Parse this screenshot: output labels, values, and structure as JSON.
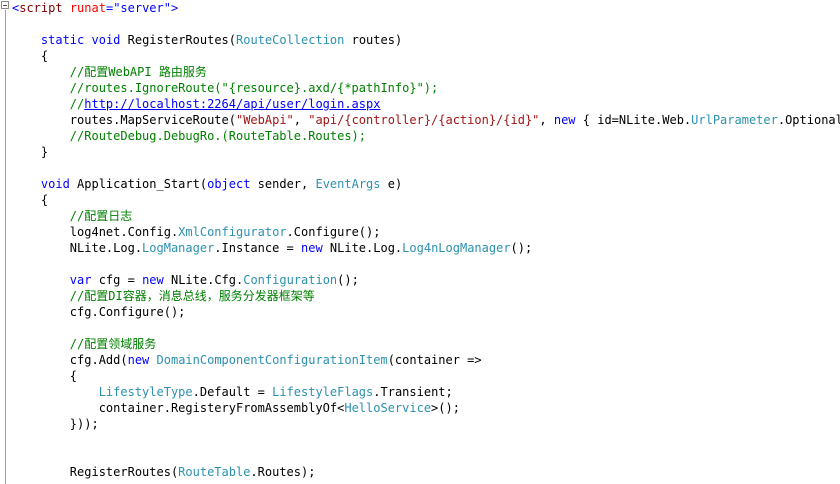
{
  "editor": {
    "lines": [
      [
        {
          "t": "<",
          "c": "punc"
        },
        {
          "t": "script",
          "c": "tag"
        },
        {
          "t": " "
        },
        {
          "t": "runat",
          "c": "attr"
        },
        {
          "t": "=",
          "c": "punc"
        },
        {
          "t": "\"server\"",
          "c": "aval"
        },
        {
          "t": ">",
          "c": "punc"
        }
      ],
      [],
      [
        {
          "t": "    "
        },
        {
          "t": "static",
          "c": "kw"
        },
        {
          "t": " "
        },
        {
          "t": "void",
          "c": "kw"
        },
        {
          "t": " RegisterRoutes("
        },
        {
          "t": "RouteCollection",
          "c": "ty"
        },
        {
          "t": " routes)"
        }
      ],
      [
        {
          "t": "    {"
        }
      ],
      [
        {
          "t": "        "
        },
        {
          "t": "//配置WebAPI 路由服务",
          "c": "cm"
        }
      ],
      [
        {
          "t": "        "
        },
        {
          "t": "//routes.IgnoreRoute(\"{resource}.axd/{*pathInfo}\");",
          "c": "cm"
        }
      ],
      [
        {
          "t": "        "
        },
        {
          "t": "//",
          "c": "cm"
        },
        {
          "t": "http://localhost:2264/api/user/login.aspx",
          "c": "link"
        }
      ],
      [
        {
          "t": "        routes.MapServiceRoute("
        },
        {
          "t": "\"WebApi\"",
          "c": "str"
        },
        {
          "t": ", "
        },
        {
          "t": "\"api/{controller}/{action}/{id}\"",
          "c": "str"
        },
        {
          "t": ", "
        },
        {
          "t": "new",
          "c": "kw"
        },
        {
          "t": " { id=NLite.Web."
        },
        {
          "t": "UrlParameter",
          "c": "ty"
        },
        {
          "t": ".Optional});"
        }
      ],
      [
        {
          "t": "        "
        },
        {
          "t": "//RouteDebug.DebugRo.(RouteTable.Routes);",
          "c": "cm"
        }
      ],
      [
        {
          "t": "    }"
        }
      ],
      [],
      [
        {
          "t": "    "
        },
        {
          "t": "void",
          "c": "kw"
        },
        {
          "t": " Application_Start("
        },
        {
          "t": "object",
          "c": "kw"
        },
        {
          "t": " sender, "
        },
        {
          "t": "EventArgs",
          "c": "ty"
        },
        {
          "t": " e)"
        }
      ],
      [
        {
          "t": "    {"
        }
      ],
      [
        {
          "t": "        "
        },
        {
          "t": "//配置日志",
          "c": "cm"
        }
      ],
      [
        {
          "t": "        log4net.Config."
        },
        {
          "t": "XmlConfigurator",
          "c": "ty"
        },
        {
          "t": ".Configure();"
        }
      ],
      [
        {
          "t": "        NLite.Log."
        },
        {
          "t": "LogManager",
          "c": "ty"
        },
        {
          "t": ".Instance = "
        },
        {
          "t": "new",
          "c": "kw"
        },
        {
          "t": " NLite.Log."
        },
        {
          "t": "Log4nLogManager",
          "c": "ty"
        },
        {
          "t": "();"
        }
      ],
      [],
      [
        {
          "t": "        "
        },
        {
          "t": "var",
          "c": "kw"
        },
        {
          "t": " cfg = "
        },
        {
          "t": "new",
          "c": "kw"
        },
        {
          "t": " NLite.Cfg."
        },
        {
          "t": "Configuration",
          "c": "ty"
        },
        {
          "t": "();"
        }
      ],
      [
        {
          "t": "        "
        },
        {
          "t": "//配置DI容器，消息总线，服务分发器框架等",
          "c": "cm"
        }
      ],
      [
        {
          "t": "        cfg.Configure();"
        }
      ],
      [],
      [
        {
          "t": "        "
        },
        {
          "t": "//配置领域服务",
          "c": "cm"
        }
      ],
      [
        {
          "t": "        cfg.Add("
        },
        {
          "t": "new",
          "c": "kw"
        },
        {
          "t": " "
        },
        {
          "t": "DomainComponentConfigurationItem",
          "c": "ty"
        },
        {
          "t": "(container =>"
        }
      ],
      [
        {
          "t": "        {"
        }
      ],
      [
        {
          "t": "            "
        },
        {
          "t": "LifestyleType",
          "c": "ty"
        },
        {
          "t": ".Default = "
        },
        {
          "t": "LifestyleFlags",
          "c": "ty"
        },
        {
          "t": ".Transient;"
        }
      ],
      [
        {
          "t": "            container.RegisteryFromAssemblyOf<"
        },
        {
          "t": "HelloService",
          "c": "ty"
        },
        {
          "t": ">();"
        }
      ],
      [
        {
          "t": "        }));"
        }
      ],
      [],
      [],
      [
        {
          "t": "        RegisterRoutes("
        },
        {
          "t": "RouteTable",
          "c": "ty"
        },
        {
          "t": ".Routes);"
        }
      ]
    ]
  }
}
